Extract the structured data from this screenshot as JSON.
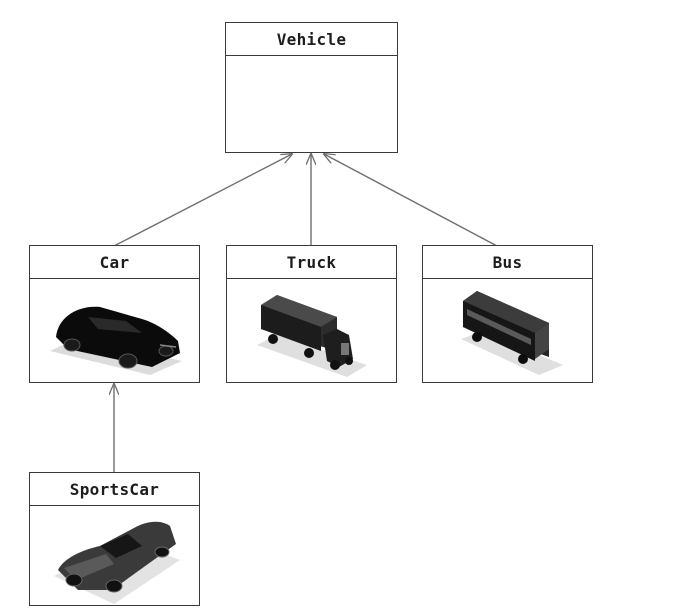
{
  "diagram": {
    "classes": [
      {
        "id": "vehicle",
        "name": "Vehicle"
      },
      {
        "id": "car",
        "name": "Car",
        "icon": "black-sedan-icon"
      },
      {
        "id": "truck",
        "name": "Truck",
        "icon": "semi-truck-icon"
      },
      {
        "id": "bus",
        "name": "Bus",
        "icon": "bus-icon"
      },
      {
        "id": "sportscar",
        "name": "SportsCar",
        "icon": "sports-car-icon"
      }
    ],
    "relations": [
      {
        "from": "car",
        "to": "vehicle",
        "type": "inheritance"
      },
      {
        "from": "truck",
        "to": "vehicle",
        "type": "inheritance"
      },
      {
        "from": "bus",
        "to": "vehicle",
        "type": "inheritance"
      },
      {
        "from": "sportscar",
        "to": "car",
        "type": "inheritance"
      }
    ],
    "colors": {
      "border": "#3a3a3a",
      "arrow": "#6f6f6f"
    }
  }
}
